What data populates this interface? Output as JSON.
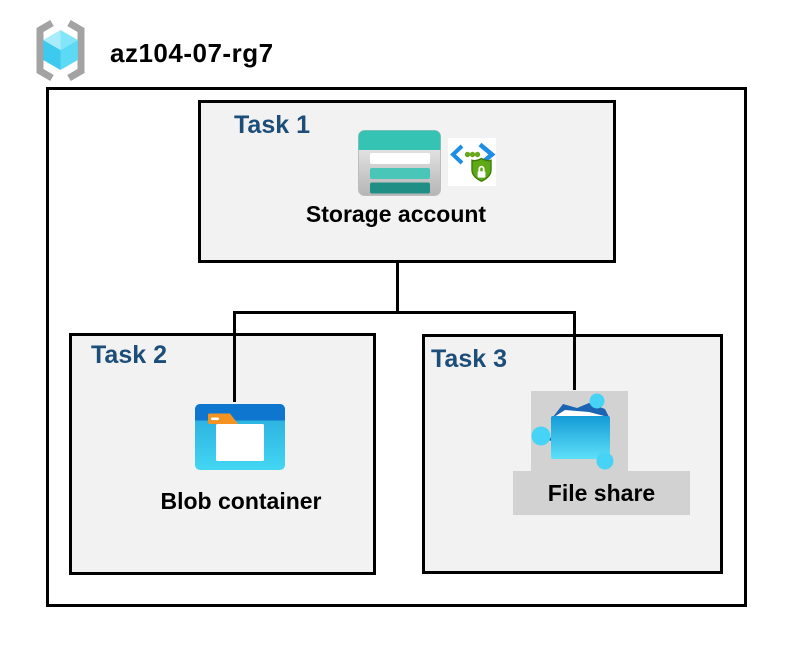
{
  "header": {
    "icon": "resource-group-icon",
    "title": "az104-07-rg7"
  },
  "resource_group": {
    "tasks": [
      {
        "label": "Task 1",
        "resource": "Storage account",
        "icons": [
          "storage-account-icon",
          "secure-access-sas-icon"
        ]
      },
      {
        "label": "Task 2",
        "resource": "Blob container",
        "icons": [
          "blob-container-icon"
        ]
      },
      {
        "label": "Task 3",
        "resource": "File share",
        "icons": [
          "file-share-icon"
        ],
        "highlighted": true
      }
    ],
    "connections": [
      {
        "from": "Storage account",
        "to": "Blob container"
      },
      {
        "from": "Storage account",
        "to": "File share"
      }
    ]
  },
  "colors": {
    "task_label_navy": "#1D4E79",
    "task_box_bg": "#F2F2F2",
    "box_border": "#000000",
    "canvas_bg": "#FFFFFF",
    "highlight_gray": "#D2D2D2",
    "storage_teal": "#35C3B3",
    "storage_teal_dark": "#1F8F86",
    "blob_header_blue": "#0E76CF",
    "cyan_accent": "#45D2F4",
    "folder_flap_blue": "#1B64B4",
    "shield_green": "#5FA816",
    "bracket_blue": "#1D8EE5",
    "tab_orange": "#F59322",
    "rg_bracket_gray": "#A3A3A3"
  }
}
